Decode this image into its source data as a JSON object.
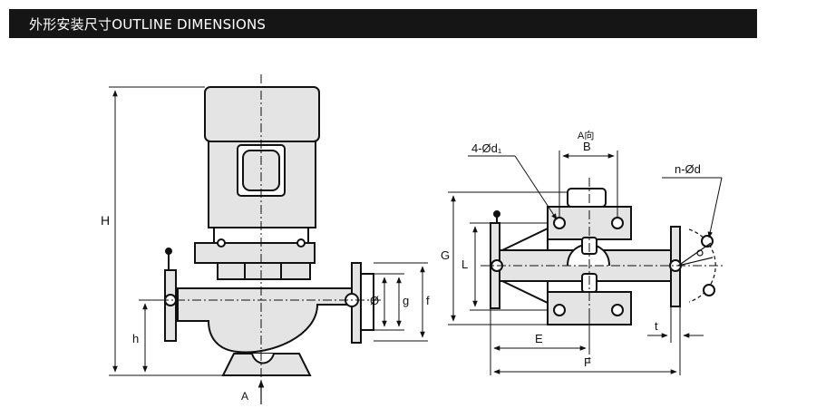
{
  "header": {
    "title": "外形安装尺寸OUTLINE DIMENSIONS"
  },
  "front_view": {
    "labels": {
      "H": "H",
      "h": "h",
      "A": "A",
      "phi": "Ø",
      "g": "g",
      "f": "f"
    }
  },
  "top_view": {
    "labels": {
      "A_view": "A向",
      "B": "B",
      "bolt_holes": "4-Ød₁",
      "flange_holes": "n-Ød",
      "G": "G",
      "L": "L",
      "E": "E",
      "F": "F",
      "t": "t"
    }
  },
  "colors": {
    "header_bg": "#151515",
    "header_text": "#ffffff",
    "line": "#111111",
    "fill": "#e4e4e4"
  }
}
